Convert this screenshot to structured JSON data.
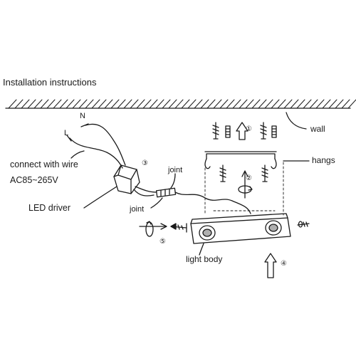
{
  "title": "Installation instructions",
  "labels": {
    "wall": "wall",
    "hangs": "hangs",
    "n": "N",
    "l": "L",
    "connect_with_wire": "connect with wire",
    "voltage": "AC85~265V",
    "led_driver": "LED driver",
    "joint_top": "joint",
    "joint_bottom": "joint",
    "light_body": "light body"
  },
  "steps": [
    "①",
    "②",
    "③",
    "④",
    "⑤"
  ],
  "colors": {
    "ink": "#1a1a1a",
    "background": "#ffffff"
  }
}
